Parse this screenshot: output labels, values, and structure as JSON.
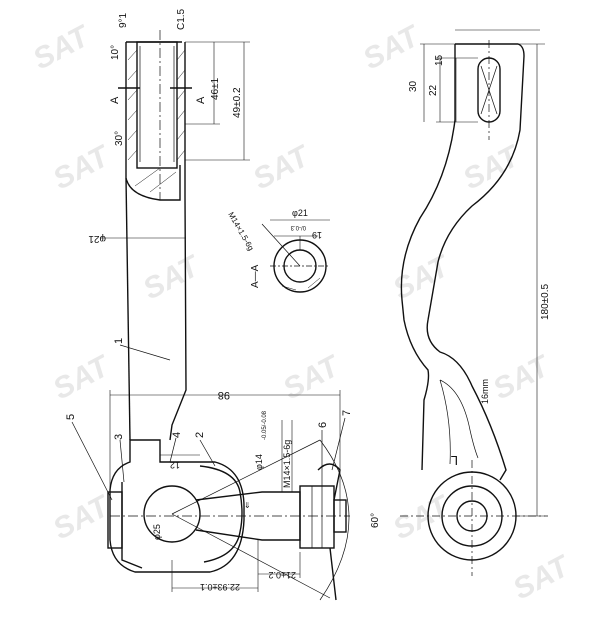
{
  "watermark": "SAT",
  "labels": {
    "angle_9": "9°1",
    "c15": "C1.5",
    "angle_10": "10°",
    "section_a_top": "A",
    "section_a_right": "A",
    "angle_30": "30°",
    "dim_46": "46±1",
    "dim_49": "49±0.2",
    "phi21_rod": "φ21",
    "phi21_sec": "φ21",
    "dim_19": "19",
    "dim_19_tol": "0/-0.3",
    "m14_sec": "M14×1.5-6g",
    "section_aa": "A—A",
    "dim_98": "98",
    "dim_12": "12",
    "phi14": "φ14",
    "phi14_tol": "-0.05/-0.08",
    "m14_main": "M14×1.5-6g",
    "phi25": "φ25",
    "lug_sym": "⇓",
    "dim_22_93": "22.93±0.1",
    "dim_21": "21±0.2",
    "angle_60": "60°",
    "dim_30": "30",
    "dim_22": "22",
    "dim_15": "15",
    "dim_180": "180±0.5",
    "dim_16mm": "16mm",
    "l_mark": "L"
  },
  "callouts": [
    "1",
    "2",
    "3",
    "4",
    "5",
    "6",
    "7"
  ]
}
